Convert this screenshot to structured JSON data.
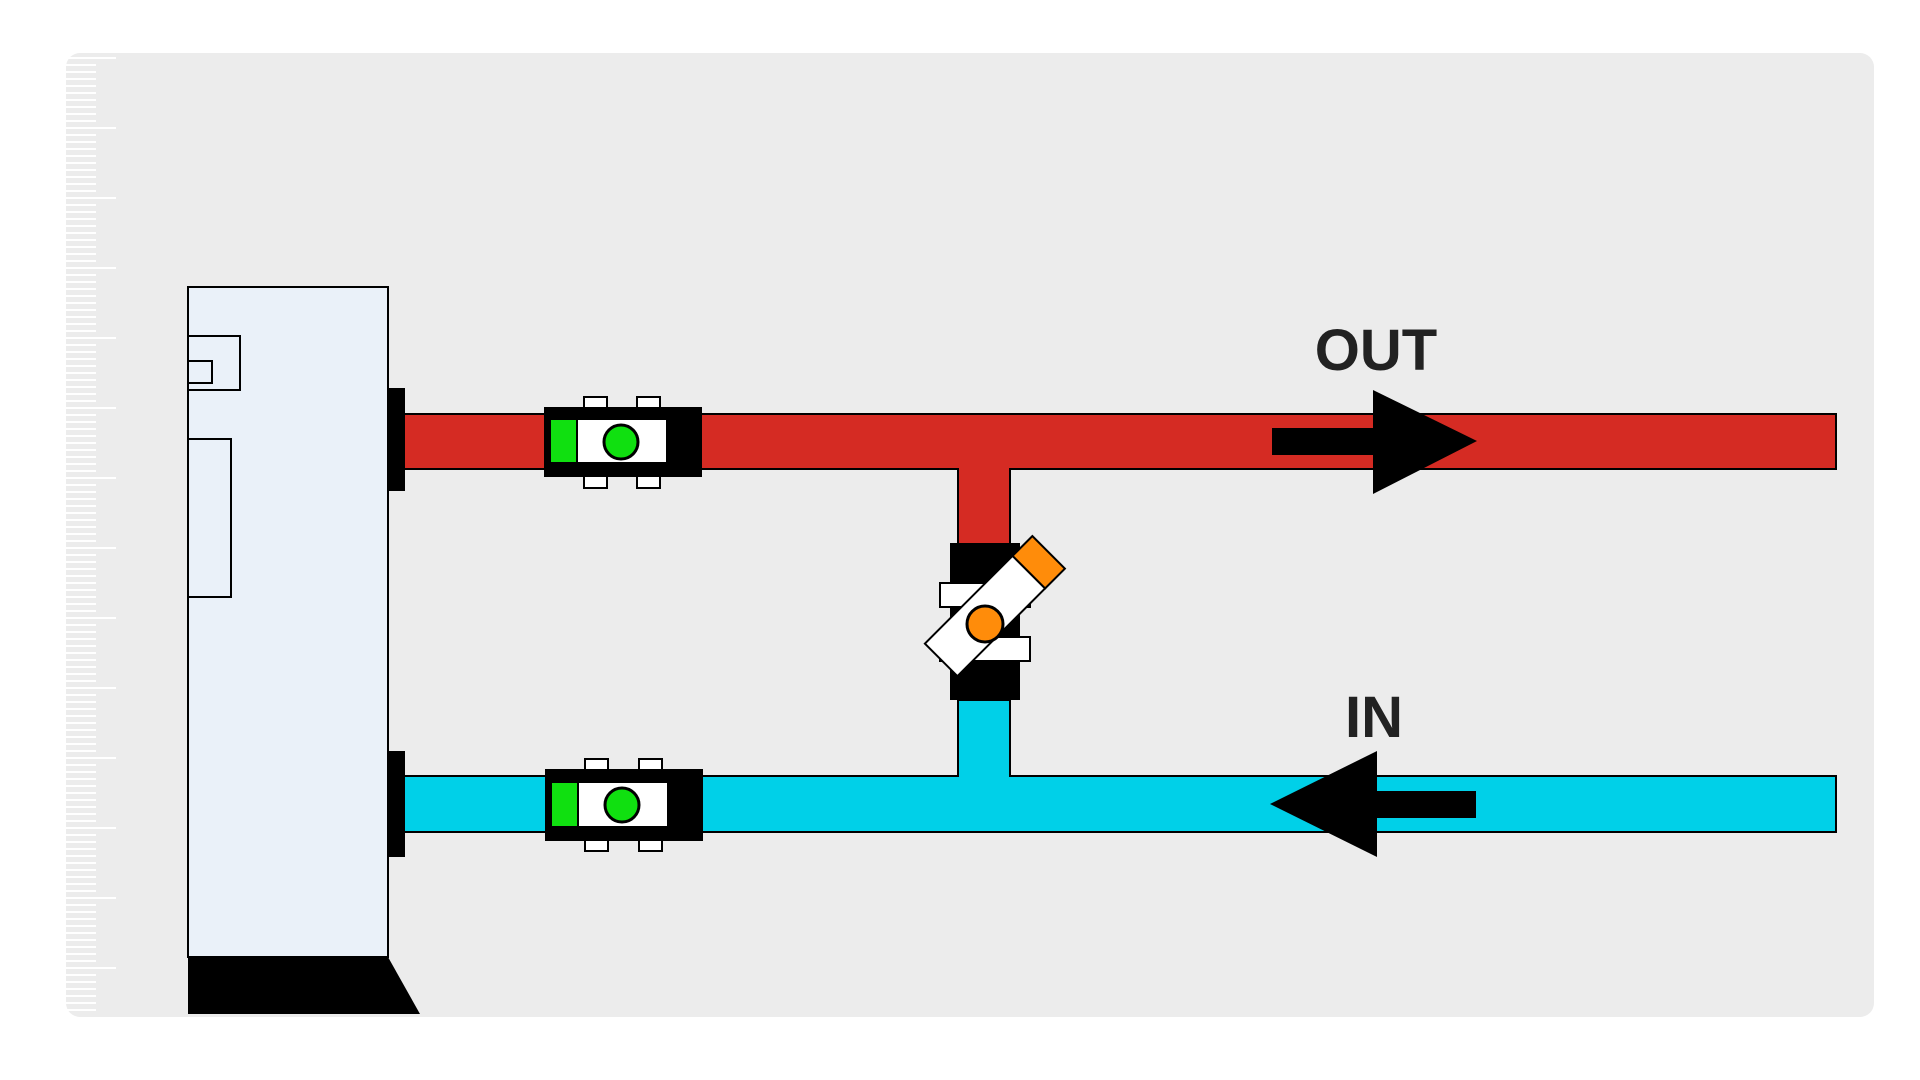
{
  "diagram": {
    "labels": {
      "out": "OUT",
      "in": "IN"
    },
    "colors": {
      "background_panel": "#ececec",
      "boiler_body": "#eaf1f9",
      "supply_pipe": "#d52b23",
      "return_pipe": "#00d0e8",
      "valve_open_indicator": "#10e010",
      "bypass_valve_indicator": "#ff8c0a",
      "fittings": "#000000",
      "arrows": "#000000"
    },
    "components": {
      "boiler": {
        "icon": "boiler-unit"
      },
      "supply_valve": {
        "icon": "ball-valve",
        "state": "open"
      },
      "return_valve": {
        "icon": "ball-valve",
        "state": "open"
      },
      "bypass_valve": {
        "icon": "ball-valve",
        "state": "partially-open"
      }
    },
    "flows": {
      "out_direction": "right",
      "in_direction": "left"
    }
  }
}
